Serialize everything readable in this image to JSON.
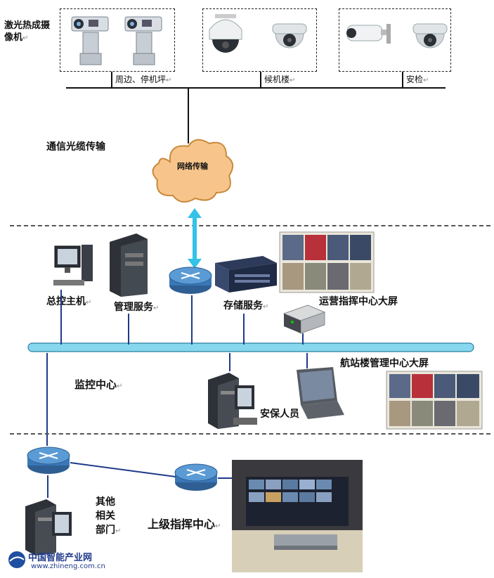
{
  "cameras": {
    "laser_thermal_label": "激光热成摄像机",
    "zones": [
      {
        "label": "周边、停机坪"
      },
      {
        "label": "候机楼"
      },
      {
        "label": "安检"
      }
    ]
  },
  "transport": {
    "fiber_label": "通信光缆传输",
    "cloud_label": "网络传输"
  },
  "monitor_center": {
    "label": "监控中心",
    "nodes": {
      "master_host": "总控主机",
      "management_service": "管理服务",
      "storage_service": "存储服务",
      "ops_screen": "运营指挥中心大屏",
      "terminal_screen": "航站楼管理中心大屏",
      "security_staff": "安保人员"
    }
  },
  "external": {
    "other_depts": "其他相关部门",
    "superior_center": "上级指挥中心"
  },
  "watermark": {
    "name": "中国智能产业网",
    "url": "www.zhineng.com.cn"
  },
  "colors": {
    "bus": "#87d8ee",
    "link": "#1f3a8a",
    "cloud": "#f7c58b",
    "router": "#3a78b8"
  }
}
